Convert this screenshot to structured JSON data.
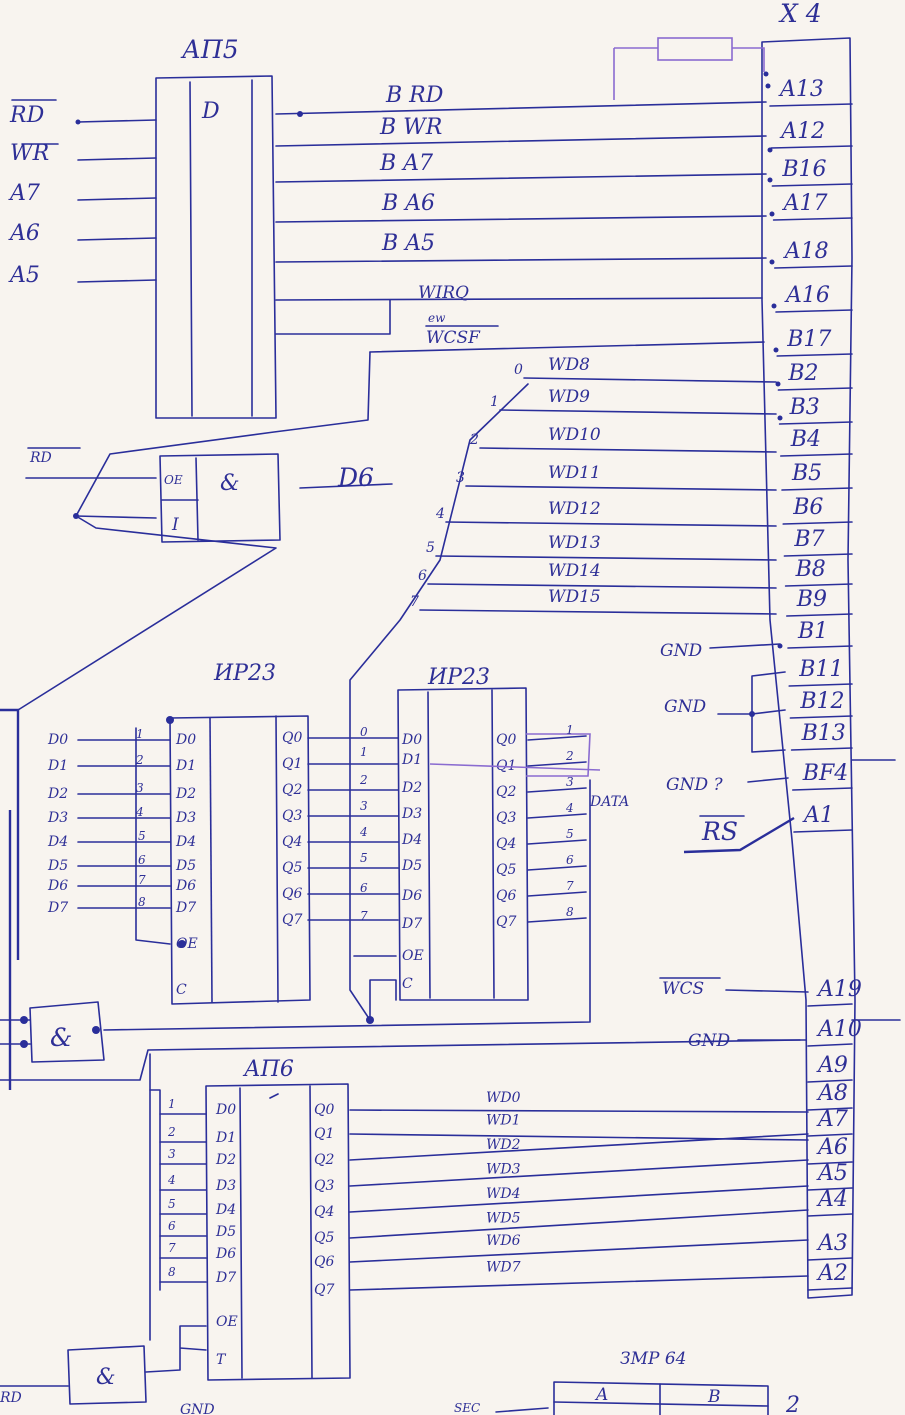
{
  "connector_x4": {
    "title": "X 4",
    "pins": [
      "A13",
      "A12",
      "B16",
      "A17",
      "A18",
      "A16",
      "B17",
      "B2",
      "B3",
      "B4",
      "B5",
      "B6",
      "B7",
      "B8",
      "B9",
      "B1",
      "B11",
      "B12",
      "B13",
      "BF4",
      "A1",
      "A19",
      "A10",
      "A9",
      "A8",
      "A7",
      "A6",
      "A5",
      "A4",
      "A3",
      "A2"
    ]
  },
  "chip_ap5": {
    "title": "АП5",
    "function": "D",
    "inputs": [
      "RD",
      "WR",
      "A7",
      "A6",
      "A5"
    ],
    "outputs": [
      "B RD",
      "B WR",
      "B A7",
      "B A6",
      "B A5"
    ]
  },
  "signals": {
    "wirq": "WIRQ",
    "wcsf": "WCSF",
    "wcsf_note": "ew",
    "rd_left": "RD",
    "wcs": "WCS",
    "rs": "RS",
    "gnd": "GND",
    "gnd_q": "GND ?",
    "data": "DATA",
    "sec": "SEC"
  },
  "chip_d6": {
    "label": "D6",
    "in_oe": "OE",
    "in_i": "I",
    "func": "&"
  },
  "wd_bus_upper": {
    "bits": [
      "0",
      "1",
      "2",
      "3",
      "4",
      "5",
      "6",
      "7"
    ],
    "names": [
      "WD8",
      "WD9",
      "WD10",
      "WD11",
      "WD12",
      "WD13",
      "WD14",
      "WD15"
    ]
  },
  "chip_ir23_left": {
    "title": "ИР23",
    "d_in": [
      "D0",
      "D1",
      "D2",
      "D3",
      "D4",
      "D5",
      "D6",
      "D7"
    ],
    "pins_left": [
      "D0",
      "D1",
      "D2",
      "D3",
      "D4",
      "D5",
      "D6",
      "D7",
      "OE",
      "C"
    ],
    "nums_left": [
      "1",
      "2",
      "3",
      "4",
      "5",
      "6",
      "7",
      "8"
    ],
    "pins_right": [
      "Q0",
      "Q1",
      "Q2",
      "Q3",
      "Q4",
      "Q5",
      "Q6",
      "Q7"
    ]
  },
  "chip_ir23_right": {
    "title": "ИР23",
    "nums_left": [
      "0",
      "1",
      "2",
      "3",
      "4",
      "5",
      "6",
      "7"
    ],
    "pins_left": [
      "D0",
      "D1",
      "D2",
      "D3",
      "D4",
      "D5",
      "D6",
      "D7",
      "OE",
      "C"
    ],
    "pins_right": [
      "Q0",
      "Q1",
      "Q2",
      "Q3",
      "Q4",
      "Q5",
      "Q6",
      "Q7"
    ],
    "nums_right": [
      "1",
      "2",
      "3",
      "4",
      "5",
      "6",
      "7",
      "8"
    ]
  },
  "gate_mid": {
    "func": "&"
  },
  "chip_ap6": {
    "title": "АП6",
    "nums_left": [
      "1",
      "2",
      "3",
      "4",
      "5",
      "6",
      "7",
      "8"
    ],
    "pins_left": [
      "D0",
      "D1",
      "D2",
      "D3",
      "D4",
      "D5",
      "D6",
      "D7",
      "OE",
      "T"
    ],
    "pins_right": [
      "Q0",
      "Q1",
      "Q2",
      "Q3",
      "Q4",
      "Q5",
      "Q6",
      "Q7"
    ],
    "bus": [
      "WD0",
      "WD1",
      "WD2",
      "WD3",
      "WD4",
      "WD5",
      "WD6",
      "WD7"
    ]
  },
  "gate_bottom": {
    "func": "&",
    "rd": "RD",
    "gnd": "GND"
  },
  "chip_bottom_right": {
    "title": "ЗМР 64",
    "cols": [
      "A",
      "B"
    ],
    "mark": "2"
  }
}
